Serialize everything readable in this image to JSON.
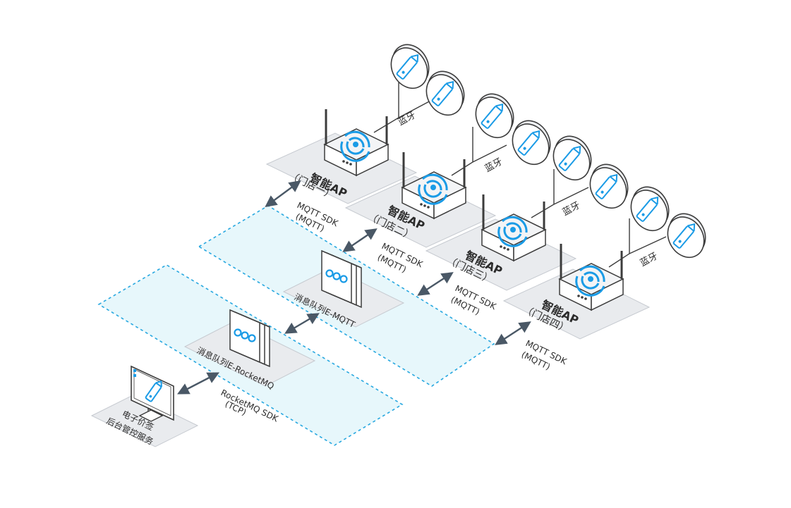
{
  "colors": {
    "accent": "#1a9be6",
    "zone_fill": "#e7f7fb",
    "zone_stroke": "#28a8e0",
    "platform_fill": "#e9ebee",
    "device_stroke": "#3c3c3c",
    "arrow": "#4a5866"
  },
  "stores": [
    {
      "title": "智能AP",
      "subtitle": "（门店一）",
      "protocol": "MQTT SDK",
      "protocol_sub": "(MQTT)",
      "link": "蓝牙"
    },
    {
      "title": "智能AP",
      "subtitle": "（门店二）",
      "protocol": "MQTT SDK",
      "protocol_sub": "(MQTT)",
      "link": "蓝牙"
    },
    {
      "title": "智能AP",
      "subtitle": "（门店三）",
      "protocol": "MQTT SDK",
      "protocol_sub": "(MQTT)",
      "link": "蓝牙"
    },
    {
      "title": "智能AP",
      "subtitle": "（门店四）",
      "protocol": "MQTT SDK",
      "protocol_sub": "(MQTT)",
      "link": "蓝牙"
    }
  ],
  "queues": {
    "mqtt": "消息队列E-MQTT",
    "rocketmq": "消息队列E-RocketMQ"
  },
  "backend": {
    "line1": "电子价签",
    "line2": "后台管控服务",
    "protocol": "RocketMQ SDK",
    "protocol_sub": "(TCP)"
  },
  "icons": {
    "price_tag": "price-tag-icon",
    "wifi": "wifi-icon",
    "monitor": "monitor-icon",
    "queue": "queue-server-icon"
  }
}
